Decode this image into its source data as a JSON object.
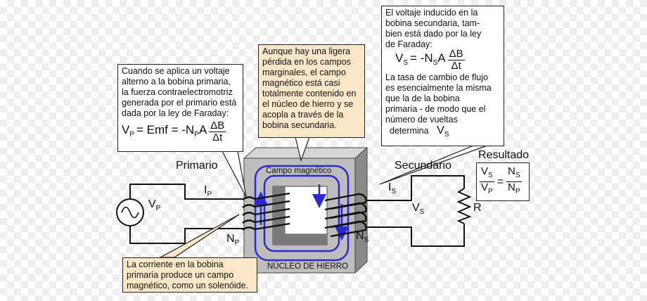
{
  "labels": {
    "primario": "Primario",
    "secundario": "Secundario",
    "resultado": "Resultado",
    "campo_magnetico": "Campo magnético",
    "nucleo": "NÚCLEO DE HIERRO",
    "vp_source_v": "V",
    "vp_source_sub": "P",
    "ip_i": "I",
    "ip_sub": "P",
    "np_n": "N",
    "np_sub": "P",
    "is_i": "I",
    "is_sub": "S",
    "ns_n": "N",
    "ns_sub": "S",
    "vs_v": "V",
    "vs_sub": "S",
    "r": "R"
  },
  "box_primary": {
    "lines": [
      "Cuando se aplica un voltaje",
      "alterno a la bobina primaria,",
      "la fuerza contraelectromotriz",
      "generada por el primario está",
      "dada por la ley de Faraday:"
    ],
    "eq_v": "V",
    "eq_v_sub": "P",
    "eq_mid": "= Emf = -N",
    "eq_n_sub": "P",
    "eq_a": "A",
    "frac_num": "ΔB",
    "frac_den": "Δt"
  },
  "box_center": {
    "lines": [
      "Aunque hay una ligera",
      "pérdida en los campos",
      "marginales, el campo",
      "magnético está casi",
      "totalmente contenido en",
      "el núcleo de hierro y se",
      "acopla a través de la",
      "bobina secundaria."
    ]
  },
  "box_secondary": {
    "lines_top": [
      "El voltaje inducido en la",
      "bobina secundaria, tam-",
      "bien está dado por la ley",
      "de Faraday:"
    ],
    "eq_v": "V",
    "eq_v_sub": "S",
    "eq_mid": "= -N",
    "eq_n_sub": "S",
    "eq_a": "A",
    "frac_num": "ΔB",
    "frac_den": "Δt",
    "lines_bottom": [
      "La tasa de cambio de flujo",
      "es esencialmente la misma",
      "que la de la bobina",
      "primaria - de modo que el",
      "número de vueltas"
    ],
    "last_text": "determina",
    "last_v": "V",
    "last_v_sub": "S"
  },
  "box_result": {
    "v": "V",
    "s": "S",
    "p": "P",
    "n": "N",
    "eq": "="
  },
  "box_bottom": {
    "lines": [
      "La corriente en la bobina",
      "primaria produce un campo",
      "magnético, como un solenóide."
    ]
  }
}
